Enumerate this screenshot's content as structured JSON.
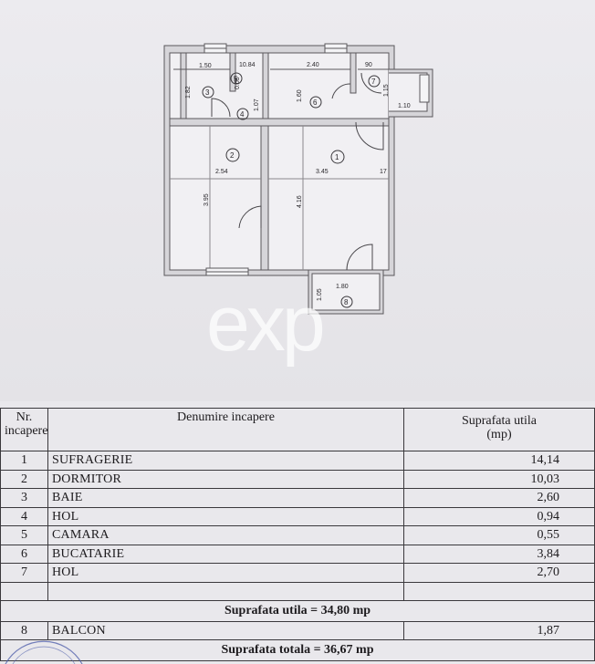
{
  "floor_plan": {
    "room_numbers": [
      "1",
      "2",
      "3",
      "4",
      "5",
      "6",
      "7",
      "8"
    ],
    "dimensions": {
      "d1": "1.50",
      "d2": "10.84",
      "d3": "2.40",
      "d4": "90",
      "d5": "1.82",
      "d6": "0.65",
      "d7": "1.60",
      "d8": "1.15",
      "d9": "1.07",
      "d10": "1.10",
      "d11": "2.54",
      "d12": "3.45",
      "d13": "17",
      "d14": "3.95",
      "d15": "4.16",
      "d16": "1.80",
      "d17": "1.05"
    }
  },
  "watermark": {
    "text": "exp",
    "color": "#ffffff"
  },
  "table": {
    "header": {
      "nr": "Nr.",
      "nr2": "incapere",
      "name": "Denumire incapere",
      "area": "Suprafata utila",
      "area2": "(mp)"
    },
    "rows": [
      {
        "nr": "1",
        "name": "SUFRAGERIE",
        "area": "14,14"
      },
      {
        "nr": "2",
        "name": "DORMITOR",
        "area": "10,03"
      },
      {
        "nr": "3",
        "name": "BAIE",
        "area": "2,60"
      },
      {
        "nr": "4",
        "name": "HOL",
        "area": "0,94"
      },
      {
        "nr": "5",
        "name": "CAMARA",
        "area": "0,55"
      },
      {
        "nr": "6",
        "name": "BUCATARIE",
        "area": "3,84"
      },
      {
        "nr": "7",
        "name": "HOL",
        "area": "2,70"
      }
    ],
    "total_useful": "Suprafata utila = 34,80 mp",
    "balcony": {
      "nr": "8",
      "name": "BALCON",
      "area": "1,87"
    },
    "total": "Suprafata totala = 36,67 mp"
  }
}
